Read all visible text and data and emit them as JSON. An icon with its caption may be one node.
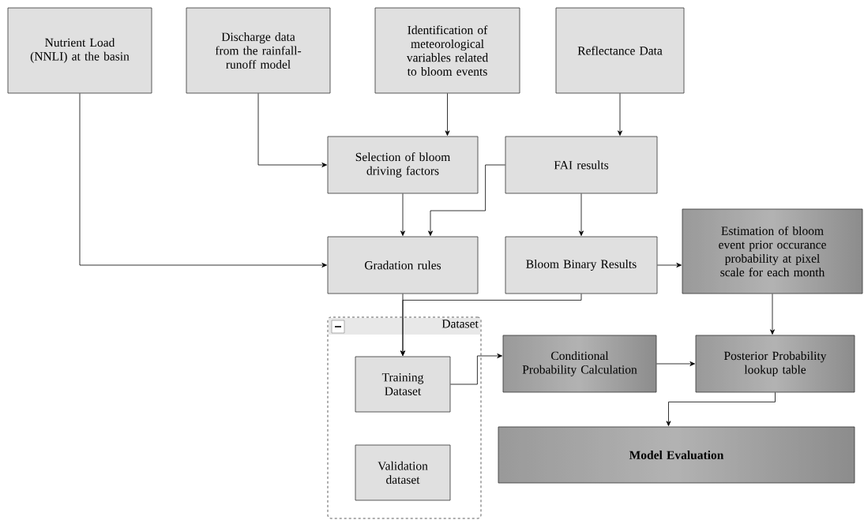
{
  "diagram": {
    "nodes": [
      {
        "text": [
          "Nutrient Load (NNLI) at the basin"
        ]
      },
      {
        "text": [
          "Discharge data from the rainfall-runoff model"
        ]
      },
      {
        "text": [
          "Identification of meteorological variables related to bloom events"
        ]
      },
      {
        "text": [
          "Reflectance Data"
        ]
      },
      {
        "text": [
          "Selection of bloom driving factors"
        ]
      },
      {
        "text": [
          "FAI results"
        ]
      },
      {
        "text": [
          "Gradation rules"
        ]
      },
      {
        "text": [
          "Bloom Binary Results"
        ]
      },
      {
        "text": [
          "Estimation of bloom event prior occurance probability at pixel scale for each month"
        ]
      },
      {
        "text": [
          "Dataset"
        ]
      },
      {
        "text": [
          "Training Dataset"
        ],
        "in": 9
      },
      {
        "text": [
          "Validation dataset"
        ],
        "in": 9
      },
      {
        "text": [
          "Conditional Probability Calculation"
        ]
      },
      {
        "text": [
          "Posterior Probability lookup table"
        ]
      },
      {
        "text": [
          "Model Evaluation"
        ]
      }
    ],
    "edges": [
      {
        "from": 1,
        "to": 4,
        "arrow": "to"
      },
      {
        "from": 2,
        "to": 4,
        "arrow": "to"
      },
      {
        "from": 3,
        "to": 5,
        "arrow": "to"
      },
      {
        "from": 4,
        "to": 6,
        "arrow": "to"
      },
      {
        "from": 5,
        "to": 6,
        "arrow": "to"
      },
      {
        "from": 0,
        "to": 6,
        "arrow": "to"
      },
      {
        "from": 5,
        "to": 7,
        "arrow": "to"
      },
      {
        "from": 7,
        "to": 8,
        "arrow": "to"
      },
      {
        "from": 7,
        "to": 10,
        "arrow": "to"
      },
      {
        "from": 6,
        "to": 10,
        "arrow": "to"
      },
      {
        "from": 8,
        "to": 13,
        "arrow": "to"
      },
      {
        "from": 10,
        "to": 12,
        "arrow": "to"
      },
      {
        "from": 12,
        "to": 13,
        "arrow": "to"
      },
      {
        "from": 13,
        "to": 14,
        "arrow": "to"
      }
    ]
  }
}
